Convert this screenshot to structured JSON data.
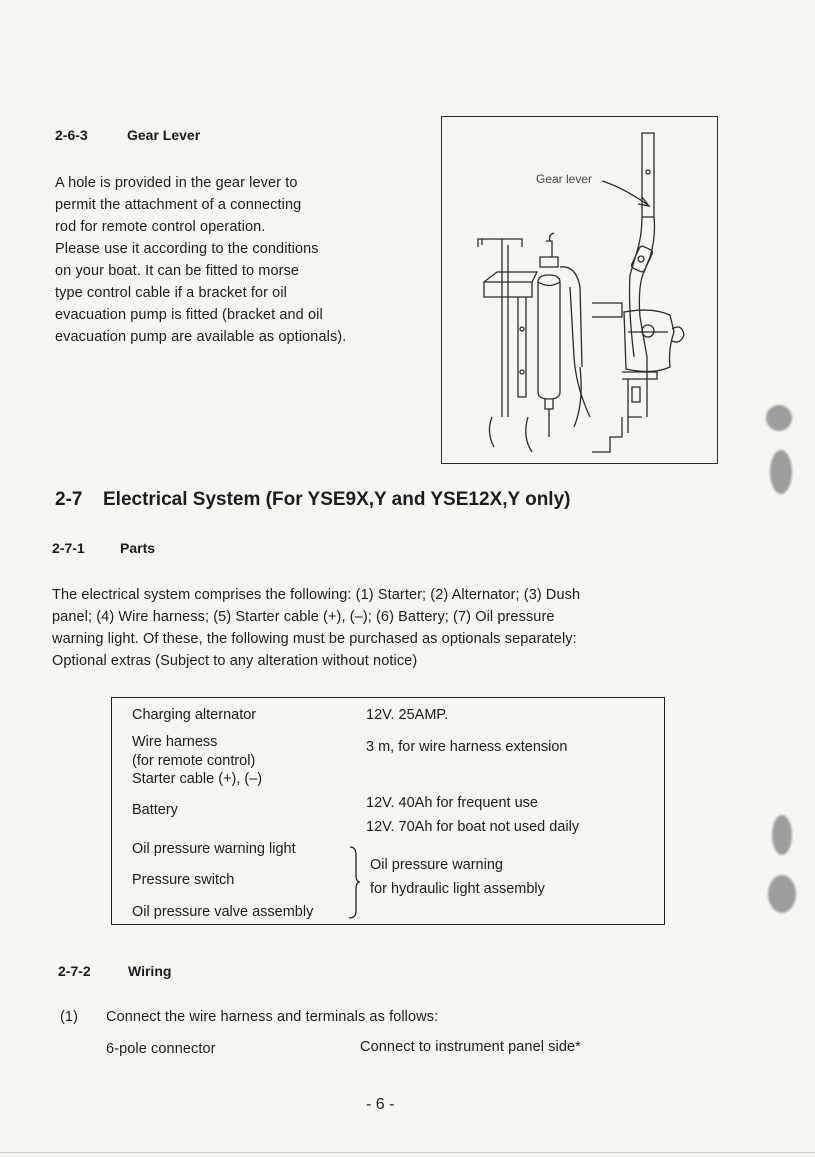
{
  "section_263": {
    "number": "2-6-3",
    "title": "Gear Lever",
    "paragraph_lines": [
      "A hole is provided in the gear lever to",
      "permit the attachment of a connecting",
      "rod for remote control operation.",
      "Please use it according to the conditions",
      "on your boat.  It can be fitted to morse",
      "type control cable if a bracket for oil",
      "evacuation pump is fitted (bracket and oil",
      "evacuation pump are available as optionals)."
    ]
  },
  "figure": {
    "label": "Gear lever"
  },
  "section_27": {
    "number": "2-7",
    "title": "Electrical System (For YSE9X,Y and YSE12X,Y only)"
  },
  "section_271": {
    "number": "2-7-1",
    "title": "Parts",
    "paragraph_lines": [
      "The electrical system comprises the following:  (1) Starter;  (2) Alternator;  (3) Dush",
      "panel;  (4) Wire harness;  (5) Starter cable (+), (–);  (6) Battery;  (7) Oil pressure",
      "warning light.  Of these, the following must be purchased as optionals separately:",
      "Optional extras (Subject to any alteration without notice)"
    ]
  },
  "parts_table": {
    "rows": [
      {
        "item": "Charging alternator",
        "spec": "12V. 25AMP."
      },
      {
        "item": "Wire harness",
        "spec": "3 m, for wire harness extension"
      },
      {
        "item": "(for remote control)",
        "spec": ""
      },
      {
        "item": "Starter cable (+), (–)",
        "spec": ""
      },
      {
        "item": "Battery",
        "spec": "12V. 40Ah for frequent use"
      },
      {
        "item": "",
        "spec": "12V. 70Ah for boat not used daily"
      },
      {
        "item": "Oil pressure warning light",
        "spec": ""
      },
      {
        "item": "Pressure switch",
        "spec": ""
      },
      {
        "item": "Oil pressure valve assembly",
        "spec": ""
      }
    ],
    "grouped_spec_lines": [
      "Oil pressure warning",
      "for hydraulic light assembly"
    ]
  },
  "section_272": {
    "number": "2-7-2",
    "title": "Wiring",
    "list": [
      {
        "number": "(1)",
        "text": "Connect the wire harness and terminals as follows:"
      }
    ],
    "connector_row": {
      "name": "6-pole connector",
      "instruction": "Connect to instrument panel side*"
    }
  },
  "footer": {
    "page_number": "- 6 -"
  }
}
